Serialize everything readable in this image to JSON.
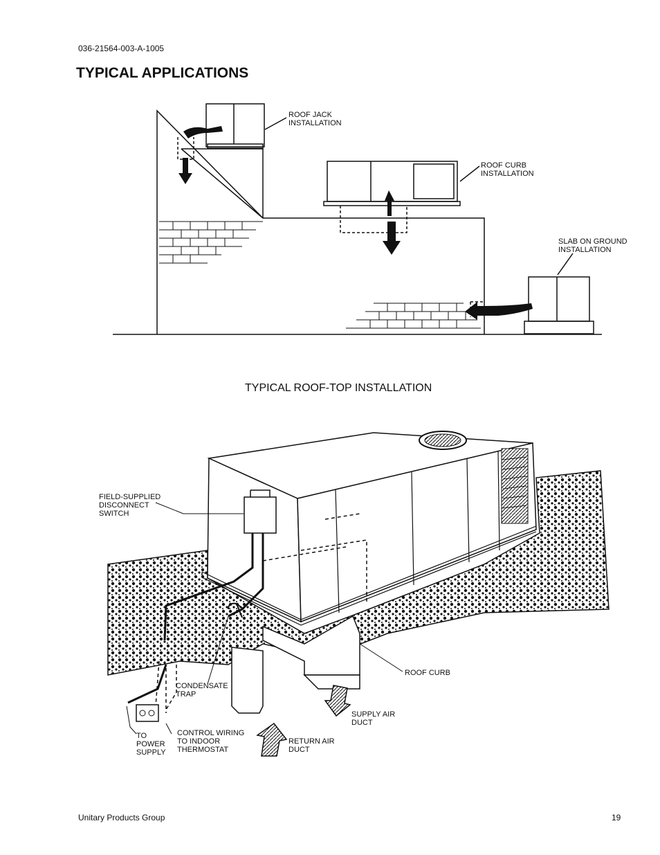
{
  "header": {
    "doc_number": "036-21564-003-A-1005",
    "title": "TYPICAL APPLICATIONS"
  },
  "figure1": {
    "labels": {
      "roof_jack": "ROOF JACK\nINSTALLATION",
      "roof_curb": "ROOF CURB\nINSTALLATION",
      "slab": "SLAB ON GROUND\nINSTALLATION"
    }
  },
  "figure2": {
    "title": "TYPICAL ROOF-TOP INSTALLATION",
    "labels": {
      "disconnect": "FIELD-SUPPLIED\nDISCONNECT\nSWITCH",
      "condensate": "CONDENSATE\nTRAP",
      "roof_curb": "ROOF CURB",
      "supply": "SUPPLY AIR\nDUCT",
      "return": "RETURN AIR\nDUCT",
      "control": "CONTROL WIRING\nTO INDOOR\nTHERMOSTAT",
      "power": "TO\nPOWER\nSUPPLY"
    }
  },
  "footer": {
    "company": "Unitary Products Group",
    "page_number": "19"
  }
}
